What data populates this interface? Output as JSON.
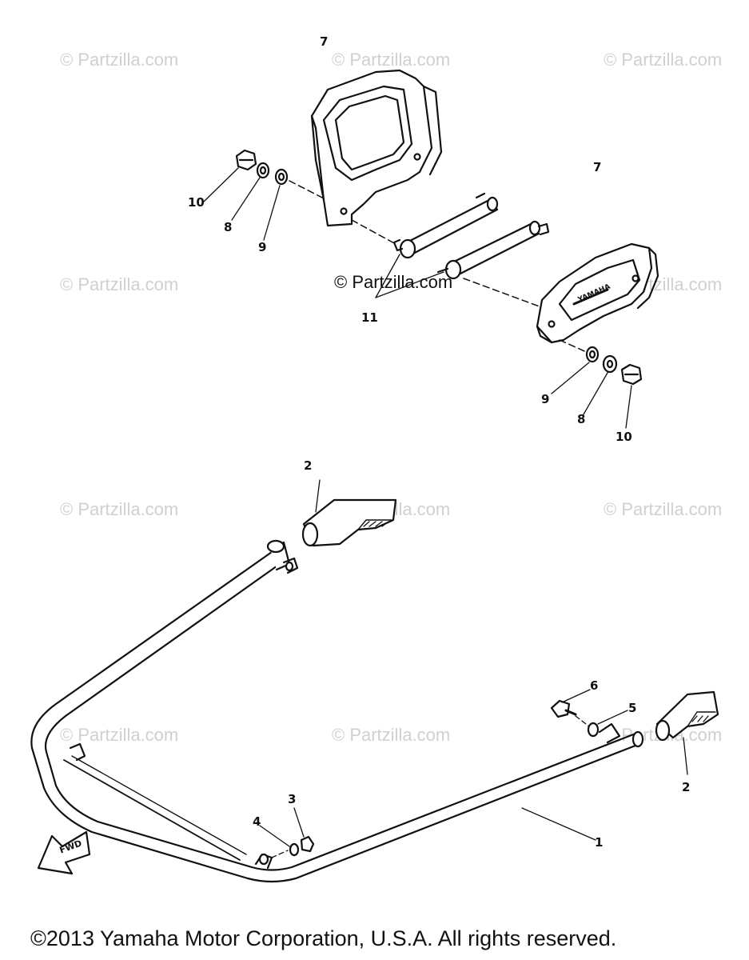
{
  "watermarks": {
    "text": "© Partzilla.com",
    "center_text": "© Partzilla.com"
  },
  "callouts": {
    "bracket_upper": "7",
    "bracket_right": "7",
    "nut_left": "10",
    "washer_left_outer": "8",
    "washer_left_inner": "9",
    "rods": "11",
    "washer_right_inner": "9",
    "washer_right_outer": "8",
    "nut_right": "10",
    "bumper_pad_top": "2",
    "bumper_pad_right": "2",
    "bolt_top": "6",
    "washer_top": "5",
    "nut_bottom": "3",
    "washer_bottom": "4",
    "bumper_frame": "1"
  },
  "fwd_label": "FWD",
  "bracket_stamp": "YAMAHA",
  "copyright": "©2013 Yamaha Motor Corporation, U.S.A. All rights reserved."
}
